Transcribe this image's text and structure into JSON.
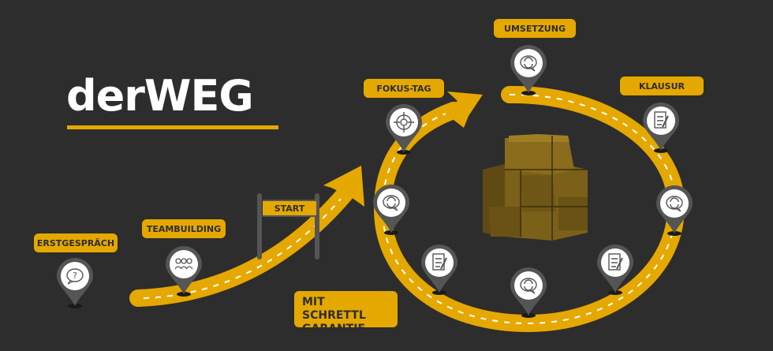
{
  "title": "derWEG",
  "colors": {
    "background": "#2d2d2d",
    "accent": "#e5a800",
    "pin": "#555555"
  },
  "labels": {
    "erstgespraech": "ERSTGESPRÄCH",
    "teambuilding": "TEAMBUILDING",
    "start": "START",
    "fokus_tag": "FOKUS-TAG",
    "umsetzung": "UMSETZUNG",
    "klausur": "KLAUSUR"
  },
  "guarantee": {
    "line1": "MIT SCHRETTL",
    "line2": "GARANTIE"
  },
  "pins": [
    {
      "name": "erstgespraech",
      "icon": "question-chat-icon"
    },
    {
      "name": "teambuilding",
      "icon": "team-icon"
    },
    {
      "name": "fokus-tag",
      "icon": "target-icon"
    },
    {
      "name": "loop-left",
      "icon": "refresh-chat-icon"
    },
    {
      "name": "loop-bottom-left",
      "icon": "checklist-icon"
    },
    {
      "name": "loop-bottom",
      "icon": "refresh-chat-icon"
    },
    {
      "name": "loop-bottom-right",
      "icon": "checklist-icon"
    },
    {
      "name": "loop-right",
      "icon": "refresh-chat-icon"
    },
    {
      "name": "klausur",
      "icon": "checklist-icon"
    },
    {
      "name": "umsetzung",
      "icon": "refresh-chat-icon"
    }
  ]
}
